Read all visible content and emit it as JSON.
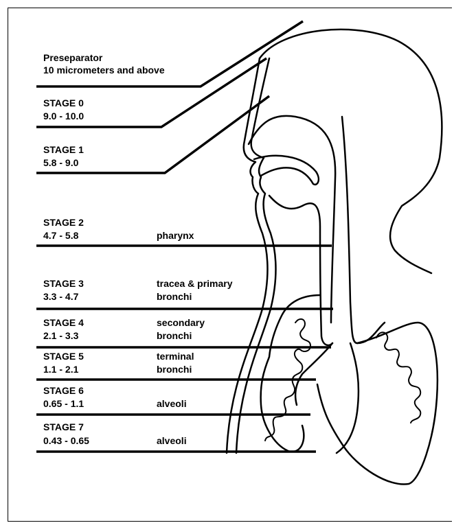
{
  "diagram": {
    "preseparator": {
      "title": "Preseparator",
      "range": "10 micrometers and above"
    },
    "stages": [
      {
        "name": "STAGE 0",
        "range": "9.0 - 10.0",
        "region_line1": "",
        "region_line2": ""
      },
      {
        "name": "STAGE 1",
        "range": "5.8 - 9.0",
        "region_line1": "",
        "region_line2": ""
      },
      {
        "name": "STAGE 2",
        "range": "4.7 - 5.8",
        "region_line1": "",
        "region_line2": "pharynx"
      },
      {
        "name": "STAGE 3",
        "range": "3.3 - 4.7",
        "region_line1": "tracea & primary",
        "region_line2": "bronchi"
      },
      {
        "name": "STAGE 4",
        "range": "2.1 - 3.3",
        "region_line1": "secondary",
        "region_line2": "bronchi"
      },
      {
        "name": "STAGE 5",
        "range": "1.1 - 2.1",
        "region_line1": "terminal",
        "region_line2": "bronchi"
      },
      {
        "name": "STAGE 6",
        "range": "0.65 - 1.1",
        "region_line1": "",
        "region_line2": "alveoli"
      },
      {
        "name": "STAGE 7",
        "range": "0.43 - 0.65",
        "region_line1": "",
        "region_line2": "alveoli"
      }
    ],
    "colors": {
      "ink": "#000000",
      "background": "#ffffff"
    }
  }
}
